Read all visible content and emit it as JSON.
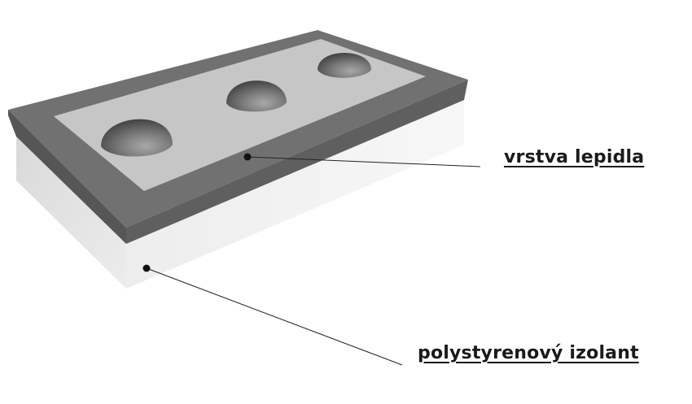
{
  "diagram": {
    "components": [
      {
        "id": "adhesive-layer",
        "label": "vrstva lepidla"
      },
      {
        "id": "polystyrene-board",
        "label": "polystyrenový izolant"
      }
    ],
    "adhesive_dabs": 3,
    "colors": {
      "frame_top": "#6f6f6f",
      "frame_side": "#5a5a5a",
      "adhesive_fill": "#c4c4c4",
      "board_front": "#f2f2f2",
      "board_side": "#e4e4e4",
      "dab_shadow": "#555555",
      "leader_line": "#222222",
      "label_text": "#1a1a1a"
    }
  }
}
